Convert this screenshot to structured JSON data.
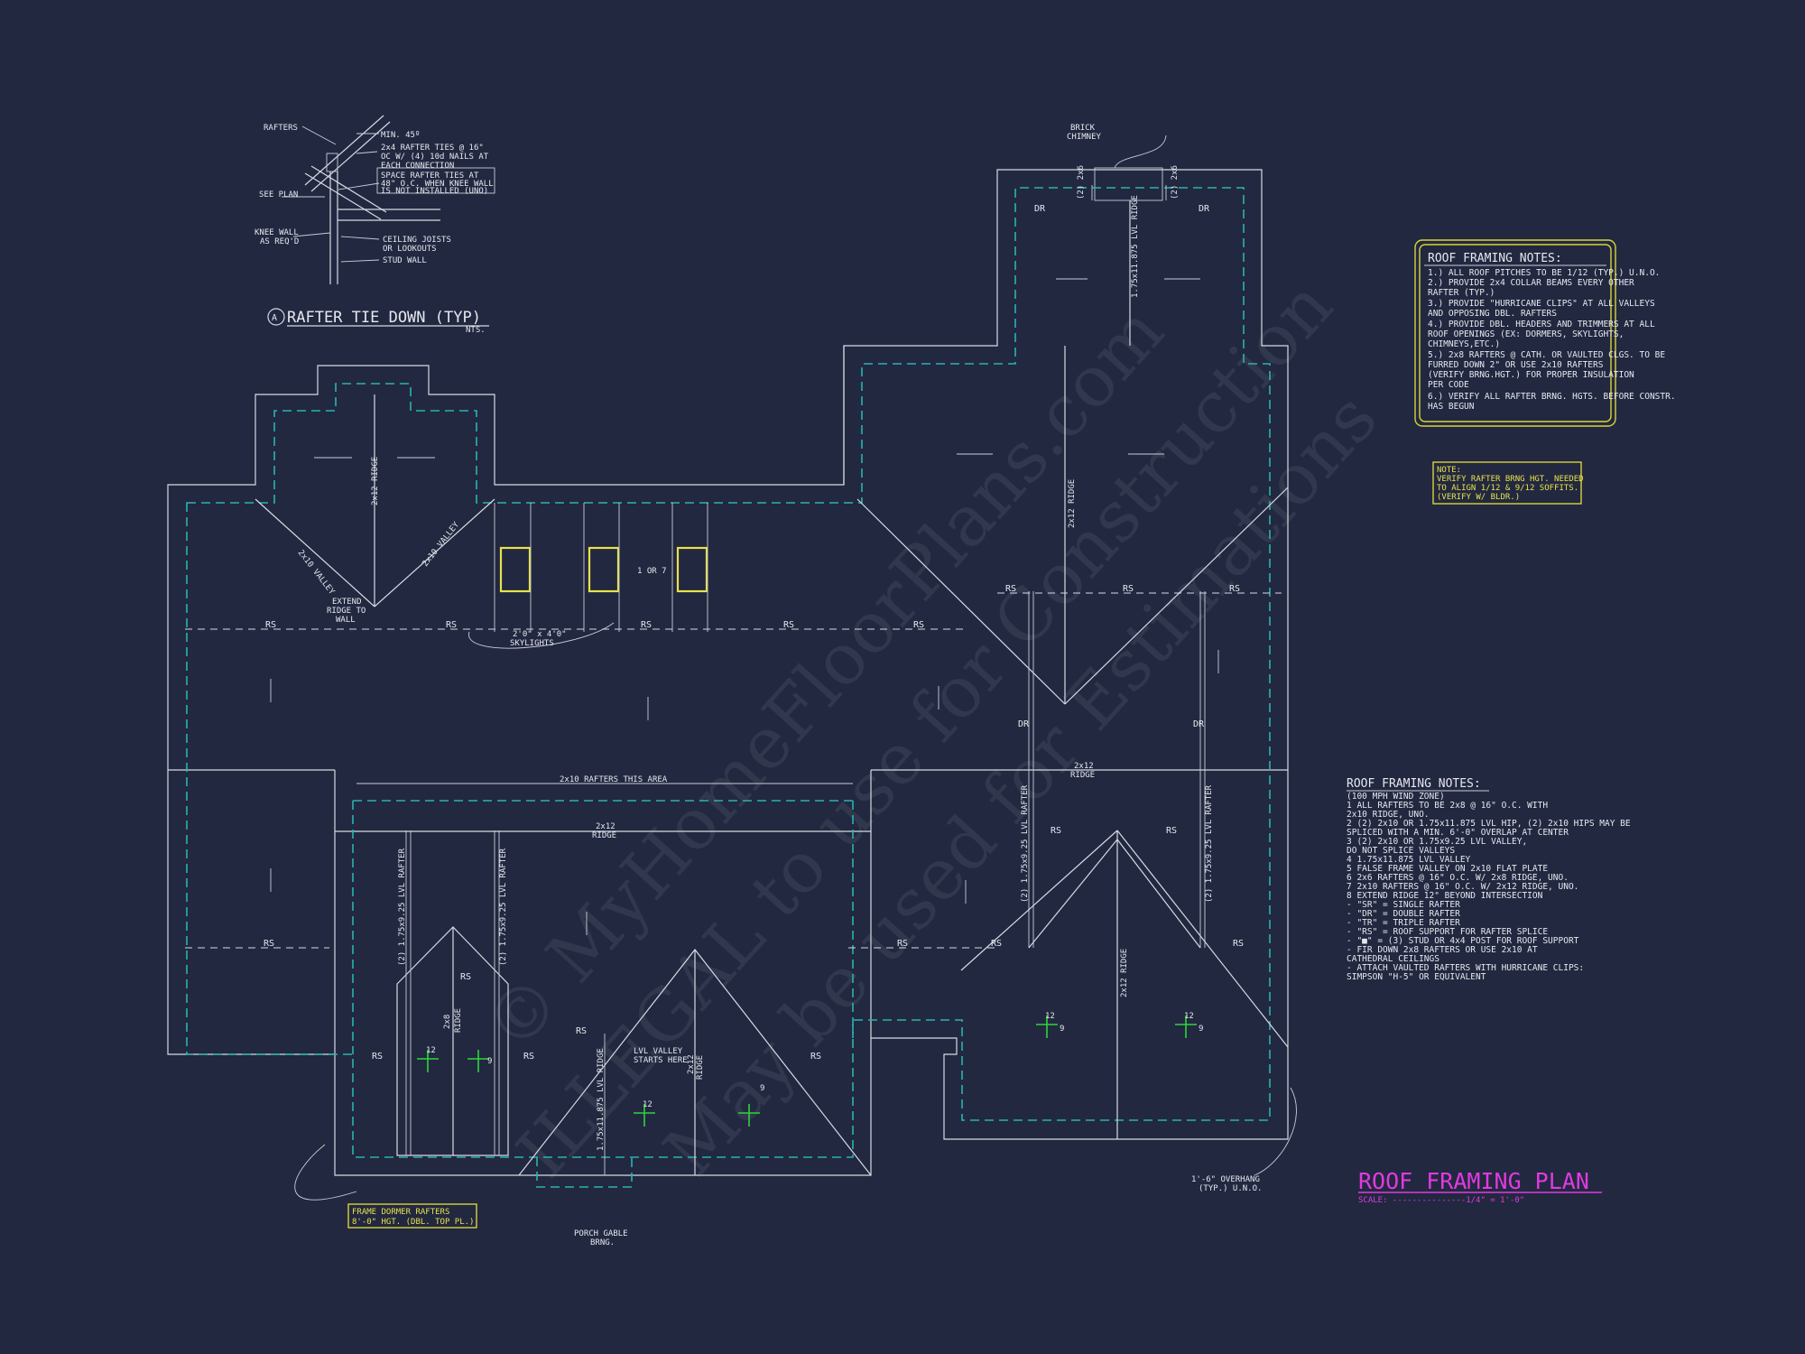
{
  "detail": {
    "title": "RAFTER TIE DOWN (TYP)",
    "marker": "A",
    "nts": "NTS.",
    "labels": {
      "rafters": "RAFTERS",
      "min45": "MIN. 45º",
      "ties1": "2x4 RAFTER TIES @ 16\"",
      "ties2": "OC W/ (4) 10d NAILS AT",
      "ties3": "EACH CONNECTION",
      "space1": "SPACE RAFTER TIES AT",
      "space2": "48\" O.C. WHEN KNEE WALL",
      "space3": "IS NOT INSTALLED (UNO)",
      "see_plan": "SEE PLAN",
      "knee1": "KNEE WALL",
      "knee2": "AS REQ'D",
      "ceiling1": "CEILING JOISTS",
      "ceiling2": "OR LOOKOUTS",
      "stud": "STUD WALL"
    }
  },
  "plan_labels": {
    "brick_chimney_1": "BRICK",
    "brick_chimney_2": "CHIMNEY",
    "dr": "DR",
    "rs": "RS",
    "valley": "2x10 VALLEY",
    "ridge_2x12": "2x12 RIDGE",
    "ridge_lvl": "1.75x11.875 LVL RIDGE",
    "dbl_2x6": "(2) 2x6",
    "extend1": "EXTEND",
    "extend2": "RIDGE TO",
    "extend3": "WALL",
    "skylights1": "2'0\" x 4'0\"",
    "skylights2": "SKYLIGHTS",
    "or7": "1 OR 7",
    "rafters_area": "2x10 RAFTERS THIS AREA",
    "ridge_word": "RIDGE",
    "x12": "2x12",
    "x8": "2x8",
    "lvl_rafter": "(2) 1.75x9.25 LVL RAFTER",
    "lvl_valley1": "LVL VALLEY",
    "lvl_valley2": "STARTS HERE",
    "porch1": "PORCH GABLE",
    "porch2": "BRNG.",
    "overhang1": "1'-6\" OVERHANG",
    "overhang2": "(TYP.) U.N.O.",
    "frame1": "FRAME DORMER RAFTERS",
    "frame2": "8'-0\" HGT. (DBL. TOP PL.)",
    "pitch12": "12",
    "pitch9": "9"
  },
  "notes_box": {
    "title": "ROOF FRAMING NOTES:",
    "lines": [
      "1.) ALL ROOF PITCHES TO BE 1/12 (TYP.) U.N.O.",
      "2.) PROVIDE 2x4 COLLAR BEAMS EVERY OTHER",
      "    RAFTER (TYP.)",
      "3.) PROVIDE \"HURRICANE CLIPS\" AT ALL VALLEYS",
      "    AND OPPOSING DBL. RAFTERS",
      "4.) PROVIDE DBL. HEADERS AND TRIMMERS AT ALL",
      "    ROOF OPENINGS (EX: DORMERS, SKYLIGHTS,",
      "    CHIMNEYS,ETC.)",
      "5.) 2x8 RAFTERS @ CATH. OR VAULTED CLGS. TO BE",
      "    FURRED DOWN 2\" OR USE 2x10 RAFTERS",
      "    (VERIFY BRNG.HGT.) FOR PROPER INSULATION",
      "    PER CODE",
      "6.) VERIFY ALL RAFTER BRNG. HGTS. BEFORE CONSTR.",
      "    HAS BEGUN"
    ]
  },
  "note_box": {
    "lines": [
      "NOTE:",
      "VERIFY RAFTER BRNG HGT. NEEDED",
      "TO ALIGN 1/12 & 9/12 SOFFITS.",
      "(VERIFY W/ BLDR.)"
    ]
  },
  "notes_list": {
    "title": "ROOF FRAMING NOTES:",
    "lines": [
      "(100 MPH WIND ZONE)",
      "1  ALL RAFTERS TO BE 2x8 @ 16\" O.C. WITH",
      "   2x10 RIDGE, UNO.",
      "2  (2) 2x10 OR 1.75x11.875 LVL HIP, (2) 2x10 HIPS MAY BE",
      "   SPLICED WITH A MIN. 6'-0\" OVERLAP AT CENTER",
      "3  (2) 2x10 OR 1.75x9.25 LVL VALLEY,",
      "   DO NOT SPLICE VALLEYS",
      "4  1.75x11.875 LVL VALLEY",
      "5  FALSE FRAME VALLEY ON 2x10 FLAT PLATE",
      "6  2x6 RAFTERS @ 16\" O.C. W/ 2x8 RIDGE, UNO.",
      "7  2x10 RAFTERS @ 16\" O.C. W/ 2x12 RIDGE, UNO.",
      "8  EXTEND RIDGE 12\" BEYOND INTERSECTION",
      "-  \"SR\" = SINGLE RAFTER",
      "-  \"DR\" = DOUBLE RAFTER",
      "-  \"TR\" = TRIPLE RAFTER",
      "-  \"RS\" = ROOF SUPPORT FOR RAFTER SPLICE",
      "-  \"■\" = (3) STUD OR 4x4 POST FOR ROOF SUPPORT",
      "-  FIR DOWN 2x8 RAFTERS OR USE 2x10 AT",
      "   CATHEDRAL CEILINGS",
      "-  ATTACH VAULTED RAFTERS WITH HURRICANE CLIPS:",
      "   SIMPSON \"H-5\" OR EQUIVALENT"
    ]
  },
  "plan_title": {
    "title": "ROOF FRAMING PLAN",
    "scale": "SCALE: ---------------1/4\" = 1'-0\""
  },
  "watermark": {
    "line1": "© MyHomeFloorPlans.com",
    "line2": "ILLEGAL to use for Construction",
    "line3": "May be used for Estimations"
  }
}
